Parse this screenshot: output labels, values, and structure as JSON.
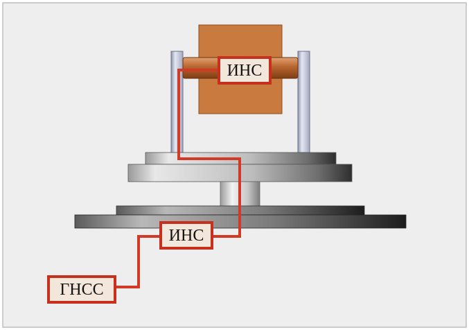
{
  "labels": {
    "ins_top": "ИНС",
    "ins_bottom": "ИНС",
    "gnss": "ГНСС"
  },
  "colors": {
    "background": "#eeeeee",
    "frame_border": "#bdbdbd",
    "cable": "#d33a26",
    "label_border": "#c8301e",
    "label_fill": "#f3e7dc",
    "copper_block": "#c97a3e",
    "axle": "#a95622",
    "metal_light": "#e6e6e6",
    "metal_dark": "#3a3a3a",
    "support": "#c2c6d8"
  }
}
